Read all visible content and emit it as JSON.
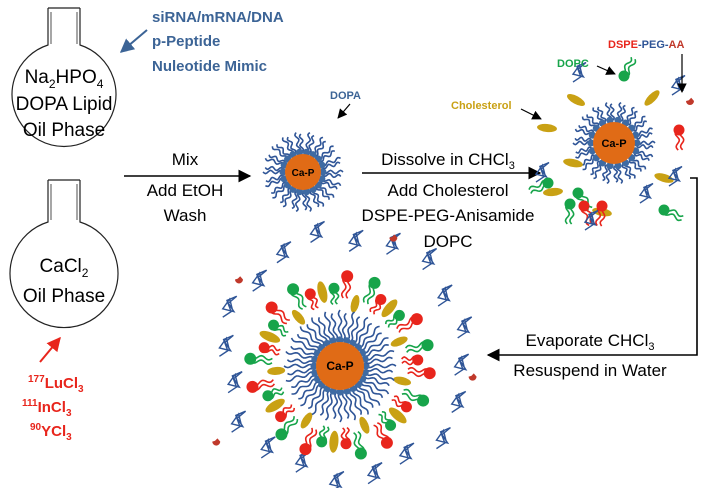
{
  "flask1": {
    "lines": [
      "Na",
      "DOPA Lipid",
      "Oil Phase"
    ],
    "formula_main": "Na",
    "formula_sub": "2",
    "formula_tail": "HPO",
    "formula_sub2": "4"
  },
  "flask2": {
    "formula_main": "CaCl",
    "formula_sub": "2",
    "line2": "Oil Phase"
  },
  "cargo": [
    "siRNA/mRNA/DNA",
    "p-Peptide",
    "Nuleotide Mimic"
  ],
  "isotopes": [
    {
      "sup": "177",
      "text": "LuCl",
      "sub": "3"
    },
    {
      "sup": "111",
      "text": "InCl",
      "sub": "3"
    },
    {
      "sup": "90",
      "text": "YCl",
      "sub": "3"
    }
  ],
  "step1": [
    "Mix",
    "Add EtOH",
    "Wash"
  ],
  "step2": {
    "line1_main": "Dissolve in CHCl",
    "line1_sub": "3",
    "lines": [
      "Add Cholesterol",
      "DSPE-PEG-Anisamide",
      "DOPC"
    ]
  },
  "step3": {
    "line1_main": "Evaporate CHCl",
    "line1_sub": "3",
    "line2": "Resuspend in Water"
  },
  "labels": {
    "dopa": "DOPA",
    "cholesterol": "Cholesterol",
    "dopc": "DOPC",
    "dspe": "DSPE",
    "peg": "PEG",
    "aa": "AA",
    "dash": "-",
    "core": "Ca-P"
  },
  "colors": {
    "blue_text": "#3c6496",
    "red": "#e8251c",
    "green": "#17a44a",
    "gold": "#c9a114",
    "core": "#e06b16",
    "lipid": "#2f5597",
    "head": "#3f6ba3",
    "crimson": "#c0392b"
  }
}
